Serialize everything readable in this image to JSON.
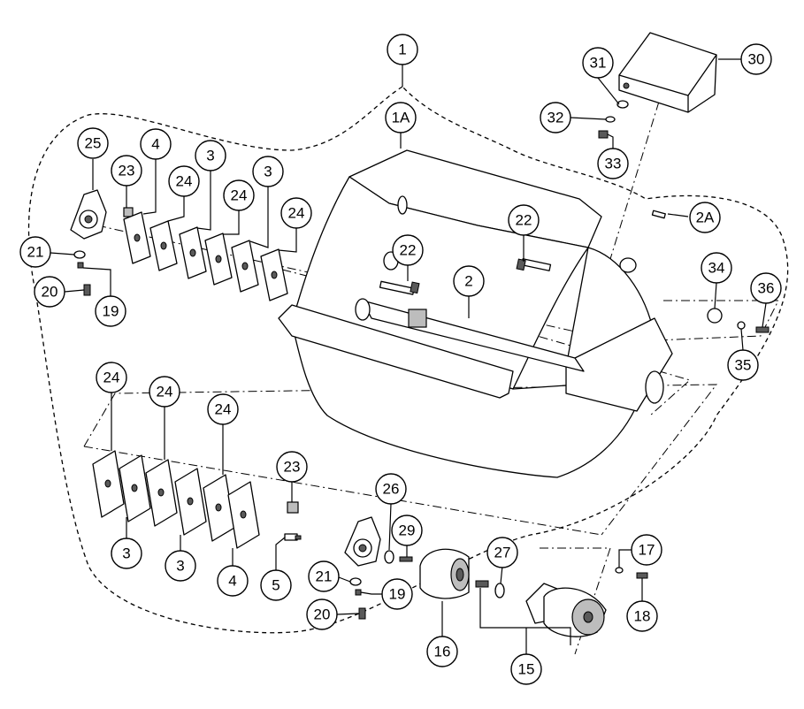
{
  "callouts": [
    {
      "id": "c1",
      "label": "1"
    },
    {
      "id": "c1a",
      "label": "1A"
    },
    {
      "id": "c2",
      "label": "2"
    },
    {
      "id": "c2a",
      "label": "2A"
    },
    {
      "id": "c3a",
      "label": "3"
    },
    {
      "id": "c3b",
      "label": "3"
    },
    {
      "id": "c3c",
      "label": "3"
    },
    {
      "id": "c3d",
      "label": "3"
    },
    {
      "id": "c4a",
      "label": "4"
    },
    {
      "id": "c4b",
      "label": "4"
    },
    {
      "id": "c5",
      "label": "5"
    },
    {
      "id": "c15",
      "label": "15"
    },
    {
      "id": "c16",
      "label": "16"
    },
    {
      "id": "c17",
      "label": "17"
    },
    {
      "id": "c18",
      "label": "18"
    },
    {
      "id": "c19a",
      "label": "19"
    },
    {
      "id": "c19b",
      "label": "19"
    },
    {
      "id": "c20a",
      "label": "20"
    },
    {
      "id": "c20b",
      "label": "20"
    },
    {
      "id": "c21a",
      "label": "21"
    },
    {
      "id": "c21b",
      "label": "21"
    },
    {
      "id": "c22a",
      "label": "22"
    },
    {
      "id": "c22b",
      "label": "22"
    },
    {
      "id": "c23a",
      "label": "23"
    },
    {
      "id": "c23b",
      "label": "23"
    },
    {
      "id": "c24a",
      "label": "24"
    },
    {
      "id": "c24b",
      "label": "24"
    },
    {
      "id": "c24c",
      "label": "24"
    },
    {
      "id": "c24d",
      "label": "24"
    },
    {
      "id": "c24e",
      "label": "24"
    },
    {
      "id": "c24f",
      "label": "24"
    },
    {
      "id": "c25",
      "label": "25"
    },
    {
      "id": "c26",
      "label": "26"
    },
    {
      "id": "c27",
      "label": "27"
    },
    {
      "id": "c29",
      "label": "29"
    },
    {
      "id": "c30",
      "label": "30"
    },
    {
      "id": "c31",
      "label": "31"
    },
    {
      "id": "c32",
      "label": "32"
    },
    {
      "id": "c33",
      "label": "33"
    },
    {
      "id": "c34",
      "label": "34"
    },
    {
      "id": "c35",
      "label": "35"
    },
    {
      "id": "c36",
      "label": "36"
    }
  ]
}
